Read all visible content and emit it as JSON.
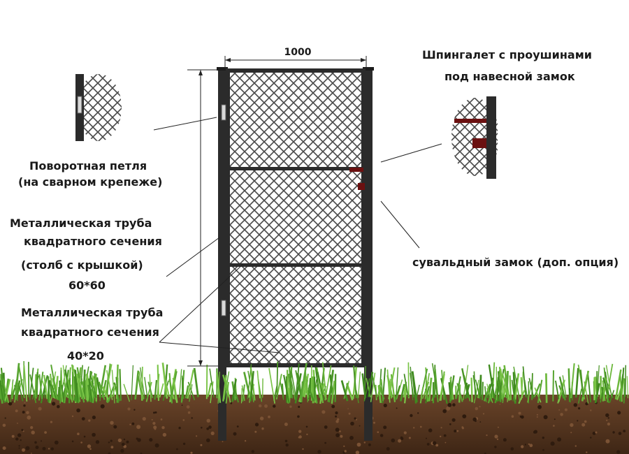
{
  "diagram": {
    "dimension": {
      "width_label": "1000"
    },
    "callouts": {
      "hinge": {
        "line1": "Поворотная петля",
        "line2": "(на сварном крепеже)"
      },
      "post_pipe": {
        "line1": "Металлическая труба",
        "line2": "квадратного сечения",
        "line3": "(столб с крышкой)",
        "line4": "60*60"
      },
      "frame_pipe": {
        "line1": "Металлическая труба",
        "line2": "квадратного сечения",
        "line3": "40*20"
      },
      "latch": {
        "line1": "Шпингалет с проушинами",
        "line2": "под навесной замок"
      },
      "lock": {
        "line1": "сувальдный замок (доп. опция)"
      }
    }
  },
  "colors": {
    "frame": "#2b2b2b",
    "mesh": "#4a4a4a",
    "soil": "#5a3a24",
    "grass": "#4f9a2a",
    "latch_red": "#6b1010"
  }
}
